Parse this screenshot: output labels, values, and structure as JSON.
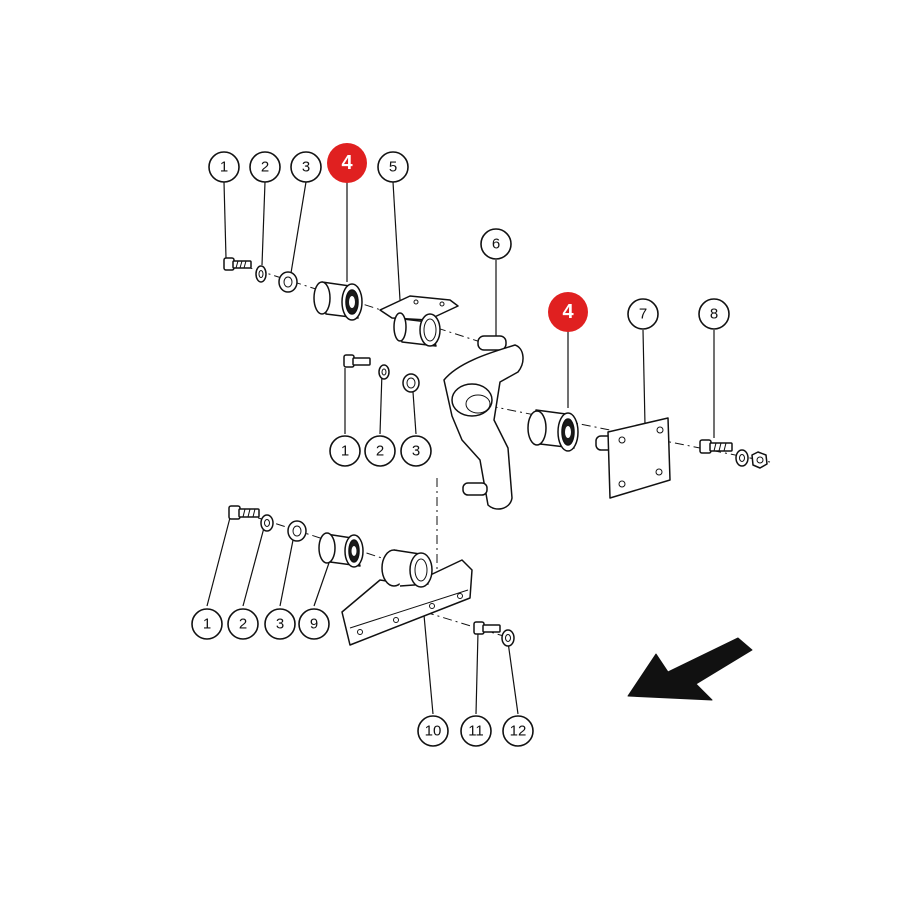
{
  "colors": {
    "highlight": "#e02020",
    "line": "#111111",
    "background": "#ffffff"
  },
  "callouts": [
    {
      "label": "1"
    },
    {
      "label": "2"
    },
    {
      "label": "3"
    },
    {
      "label": "4",
      "highlight": true
    },
    {
      "label": "5"
    },
    {
      "label": "6"
    },
    {
      "label": "4",
      "highlight": true
    },
    {
      "label": "7"
    },
    {
      "label": "8"
    },
    {
      "label": "1"
    },
    {
      "label": "2"
    },
    {
      "label": "3"
    },
    {
      "label": "1"
    },
    {
      "label": "2"
    },
    {
      "label": "3"
    },
    {
      "label": "9"
    },
    {
      "label": "10"
    },
    {
      "label": "11"
    },
    {
      "label": "12"
    }
  ],
  "icons": {
    "direction": "arrow-direction-icon"
  }
}
